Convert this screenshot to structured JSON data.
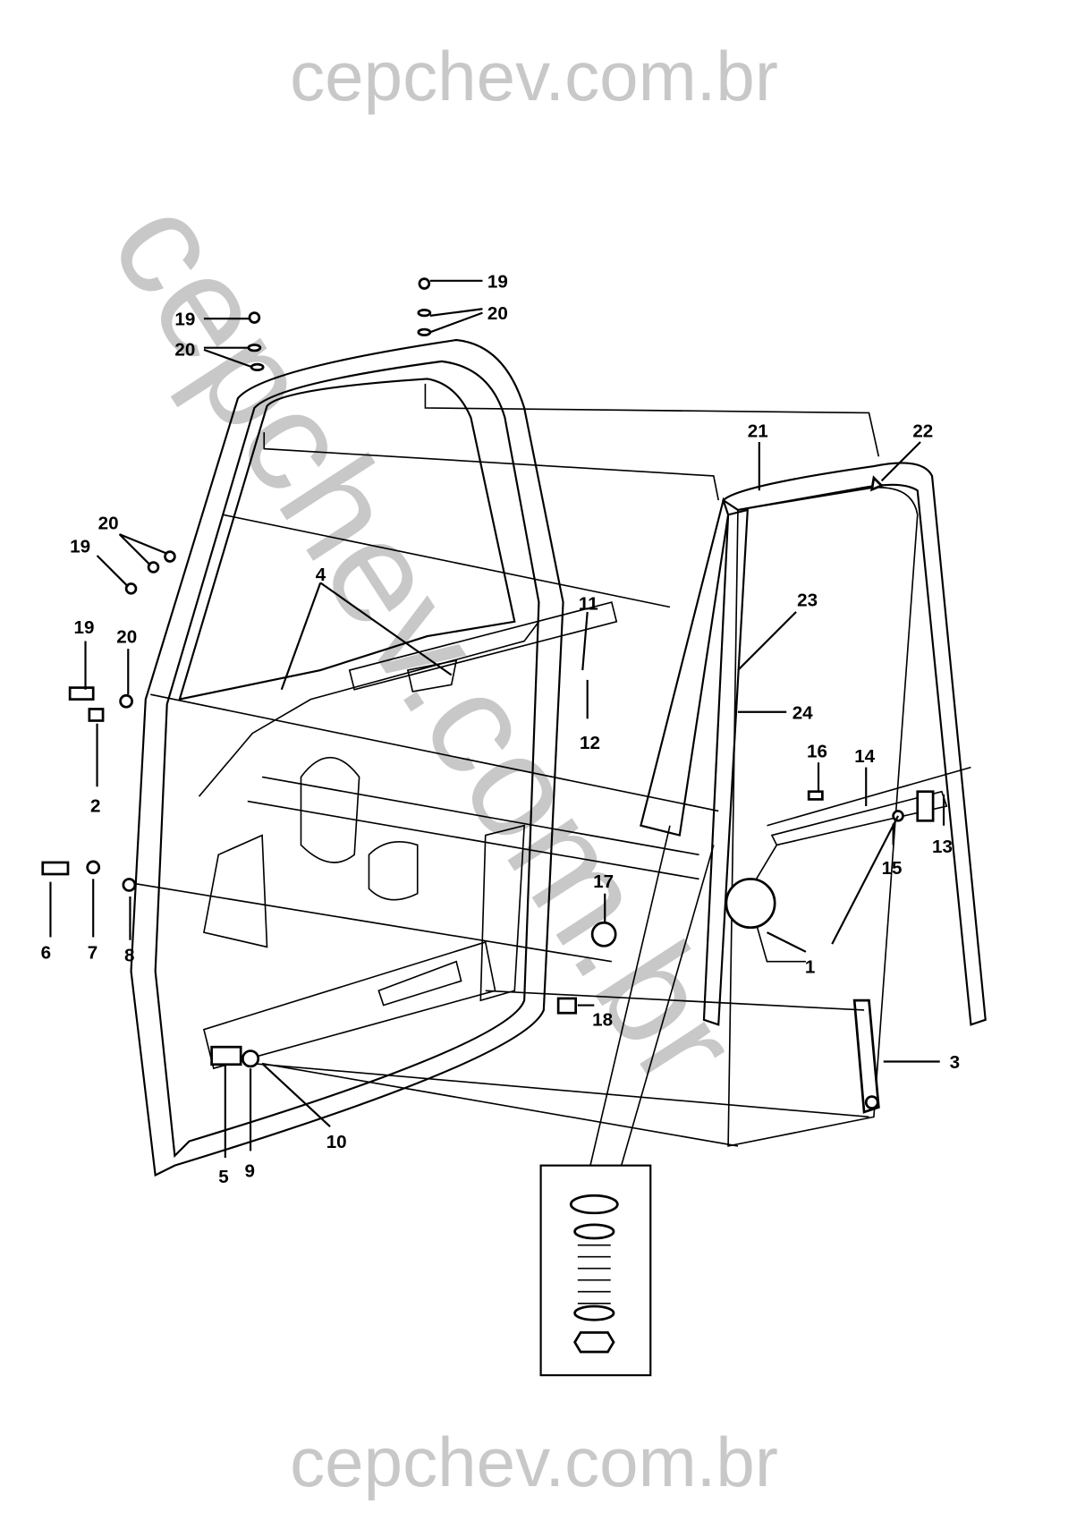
{
  "watermark": {
    "top": "cepchev.com.br",
    "bottom": "cepchev.com.br",
    "diagonal": "cepchev.com.br"
  },
  "callouts": [
    {
      "id": "c19a",
      "text": "19"
    },
    {
      "id": "c20a",
      "text": "20"
    },
    {
      "id": "c19b",
      "text": "19"
    },
    {
      "id": "c20b",
      "text": "20"
    },
    {
      "id": "c20c",
      "text": "20"
    },
    {
      "id": "c19c",
      "text": "19"
    },
    {
      "id": "c19d",
      "text": "19"
    },
    {
      "id": "c20d",
      "text": "20"
    },
    {
      "id": "c2",
      "text": "2"
    },
    {
      "id": "c4",
      "text": "4"
    },
    {
      "id": "c11",
      "text": "11"
    },
    {
      "id": "c12",
      "text": "12"
    },
    {
      "id": "c21",
      "text": "21"
    },
    {
      "id": "c22",
      "text": "22"
    },
    {
      "id": "c23",
      "text": "23"
    },
    {
      "id": "c24",
      "text": "24"
    },
    {
      "id": "c16",
      "text": "16"
    },
    {
      "id": "c14",
      "text": "14"
    },
    {
      "id": "c13",
      "text": "13"
    },
    {
      "id": "c15",
      "text": "15"
    },
    {
      "id": "c1",
      "text": "1"
    },
    {
      "id": "c3",
      "text": "3"
    },
    {
      "id": "c17",
      "text": "17"
    },
    {
      "id": "c18",
      "text": "18"
    },
    {
      "id": "c6",
      "text": "6"
    },
    {
      "id": "c7",
      "text": "7"
    },
    {
      "id": "c8",
      "text": "8"
    },
    {
      "id": "c5",
      "text": "5"
    },
    {
      "id": "c9",
      "text": "9"
    },
    {
      "id": "c10",
      "text": "10"
    }
  ]
}
